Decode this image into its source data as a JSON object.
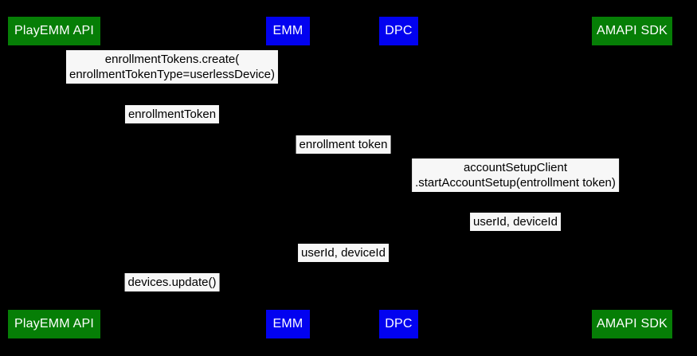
{
  "diagram": {
    "type": "sequence-diagram",
    "background_color": "#000000",
    "actor_box_colors": {
      "green": "#067e06",
      "blue": "#0202f0",
      "text": "#ffffff"
    },
    "message_label_colors": {
      "background": "#f7f7f7",
      "text": "#000000"
    },
    "actors": [
      {
        "id": "playemm-api",
        "label": "PlayEMM API",
        "color": "#067e06"
      },
      {
        "id": "emm",
        "label": "EMM",
        "color": "#0202f0"
      },
      {
        "id": "dpc",
        "label": "DPC",
        "color": "#0202f0"
      },
      {
        "id": "amapi-sdk",
        "label": "AMAPI SDK",
        "color": "#067e06"
      }
    ],
    "messages": [
      {
        "lines": [
          "enrollmentTokens.create(",
          "enrollmentTokenType=userlessDevice)"
        ]
      },
      {
        "lines": [
          "enrollmentToken"
        ]
      },
      {
        "lines": [
          "enrollment token"
        ]
      },
      {
        "lines": [
          "accountSetupClient",
          ".startAccountSetup(entrollment token)"
        ]
      },
      {
        "lines": [
          "userId, deviceId"
        ]
      },
      {
        "lines": [
          "userId, deviceId"
        ]
      },
      {
        "lines": [
          "devices.update()"
        ]
      }
    ]
  }
}
